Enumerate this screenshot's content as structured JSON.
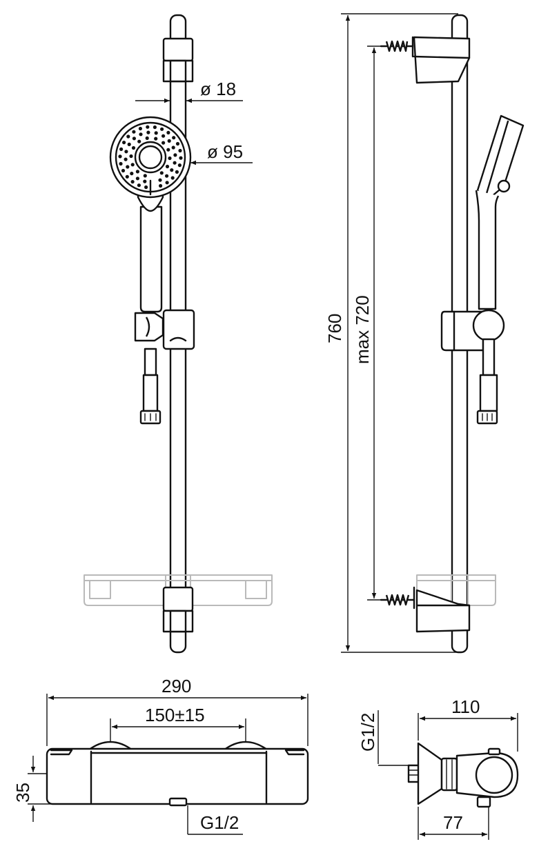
{
  "dimensions": {
    "rail_diameter": "ø 18",
    "head_diameter": "ø 95",
    "total_height": "760",
    "bracket_spacing": "max 720",
    "mixer_width": "290",
    "inlet_spacing": "150±15",
    "mixer_height": "35",
    "outlet_thread": "G1/2",
    "inlet_thread": "G1/2",
    "projection": "110",
    "outlet_offset": "77"
  }
}
